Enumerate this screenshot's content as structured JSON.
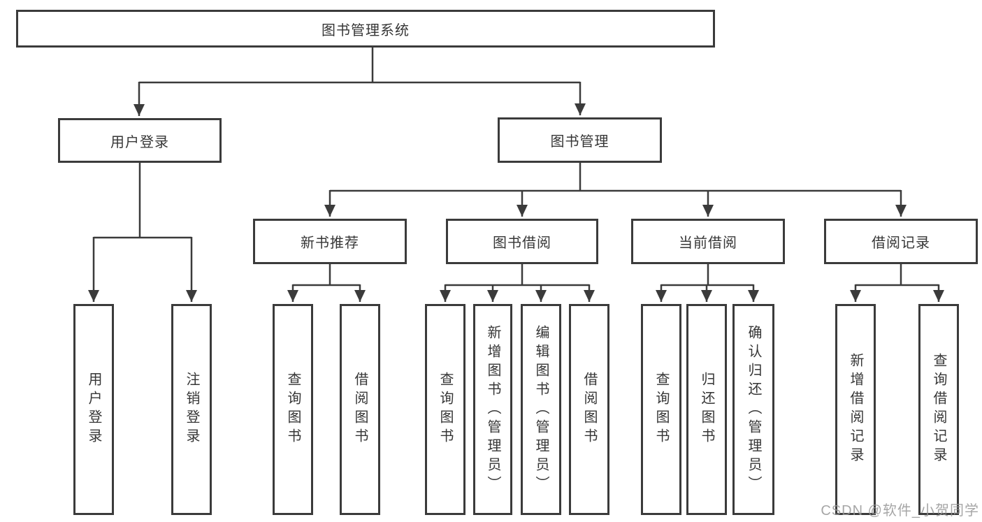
{
  "diagram": {
    "title_node": "图书管理系统",
    "level2": [
      "用户登录",
      "图书管理"
    ],
    "level3": [
      "新书推荐",
      "图书借阅",
      "当前借阅",
      "借阅记录"
    ],
    "leaves": [
      "用户登录",
      "注销登录",
      "查询图书",
      "借阅图书",
      "查询图书",
      "新增图书（管理员）",
      "编辑图书（管理员）",
      "借阅图书",
      "查询图书",
      "归还图书",
      "确认归还（管理员）",
      "新增借阅记录",
      "查询借阅记录"
    ]
  },
  "colors": {
    "line": "#3b3b3b",
    "text": "#363636",
    "watermark": "#979797",
    "background": "#ffffff"
  },
  "watermark": {
    "text": "CSDN @软件_小贺同学"
  }
}
